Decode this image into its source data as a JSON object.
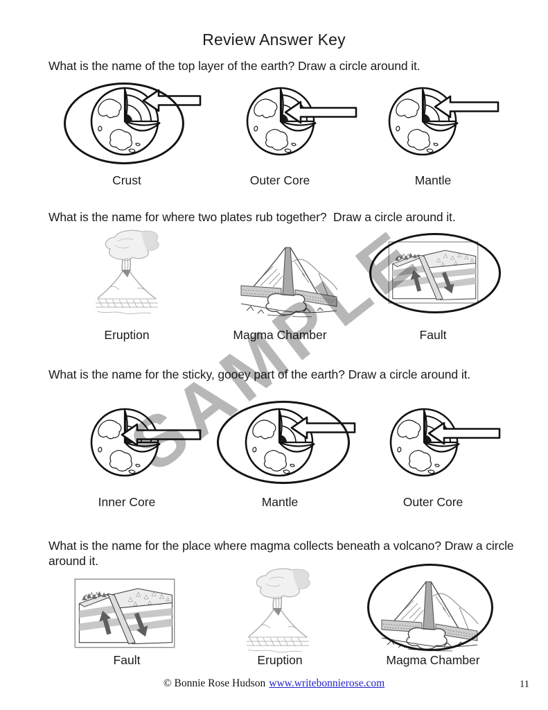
{
  "page": {
    "title": "Review Answer Key",
    "watermark": "SAMPLE",
    "page_number": "11",
    "footer": {
      "copyright": "© Bonnie Rose Hudson",
      "link": "www.writebonnierose.com"
    }
  },
  "questions": [
    {
      "text": "What is the name of the top layer of the earth? Draw a circle around it.",
      "options": [
        {
          "label": "Crust",
          "image": "earth-cutaway-crust",
          "circled": true
        },
        {
          "label": "Outer Core",
          "image": "earth-cutaway-outer-core",
          "circled": false
        },
        {
          "label": "Mantle",
          "image": "earth-cutaway-mantle",
          "circled": false
        }
      ]
    },
    {
      "text": "What is the name for where two plates rub together?  Draw a circle around it.",
      "options": [
        {
          "label": "Eruption",
          "image": "volcano-eruption",
          "circled": false
        },
        {
          "label": "Magma Chamber",
          "image": "magma-chamber",
          "circled": false
        },
        {
          "label": "Fault",
          "image": "fault-block",
          "circled": true
        }
      ]
    },
    {
      "text": "What is the name for the sticky, gooey part of the earth? Draw a circle around it.",
      "options": [
        {
          "label": "Inner Core",
          "image": "earth-cutaway-inner-core",
          "circled": false
        },
        {
          "label": "Mantle",
          "image": "earth-cutaway-mantle",
          "circled": true
        },
        {
          "label": "Outer Core",
          "image": "earth-cutaway-outer-core",
          "circled": false
        }
      ]
    },
    {
      "text": "What is the name for the place where magma collects beneath a volcano? Draw a circle around it.",
      "options": [
        {
          "label": "Fault",
          "image": "fault-block",
          "circled": false
        },
        {
          "label": "Eruption",
          "image": "volcano-eruption",
          "circled": false
        },
        {
          "label": "Magma Chamber",
          "image": "magma-chamber",
          "circled": true
        }
      ]
    }
  ]
}
